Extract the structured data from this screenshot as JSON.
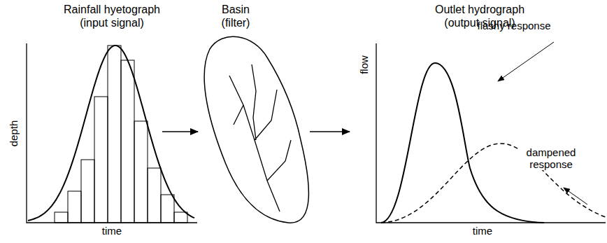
{
  "diagram": {
    "nodes": [
      {
        "text": [
          "Rainfall hyetograph (input signal)"
        ]
      },
      {
        "text": [
          "Basin (filter)"
        ]
      },
      {
        "text": [
          "Outlet hydrograph (output signal)"
        ]
      }
    ],
    "edges": [
      {
        "from": 0,
        "to": 1,
        "arrow": "to"
      },
      {
        "from": 1,
        "to": 2,
        "arrow": "to"
      }
    ],
    "labels": [
      "depth",
      "time",
      "flow",
      "time",
      "flashy response",
      "dampened response"
    ]
  }
}
